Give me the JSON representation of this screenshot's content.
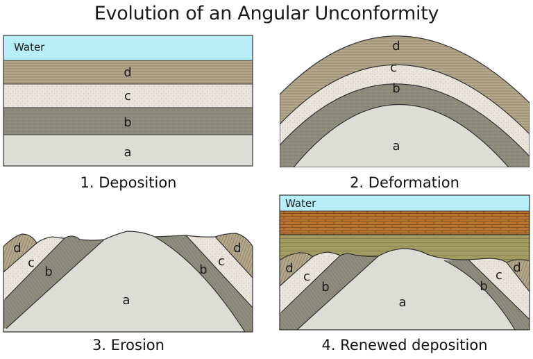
{
  "title": "Evolution of an Angular Unconformity",
  "colors": {
    "water": "#b8eef8",
    "layer_a": "#dcddd7",
    "layer_b": "#8e8d7e",
    "layer_c": "#e9e5db",
    "layer_d": "#b4a78c",
    "brick": "#b8732f",
    "olive": "#a39c62"
  },
  "panels": [
    {
      "caption": "1.  Deposition",
      "water_label": "Water",
      "layers": [
        "d",
        "c",
        "b",
        "a"
      ]
    },
    {
      "caption": "2.  Deformation",
      "layers": [
        "d",
        "c",
        "b",
        "a"
      ]
    },
    {
      "caption": "3.  Erosion",
      "layers": [
        "d",
        "c",
        "b",
        "a",
        "b",
        "c",
        "d"
      ]
    },
    {
      "caption": "4.  Renewed deposition",
      "water_label": "Water",
      "layers": [
        "d",
        "c",
        "b",
        "a",
        "b",
        "c",
        "d"
      ]
    }
  ]
}
